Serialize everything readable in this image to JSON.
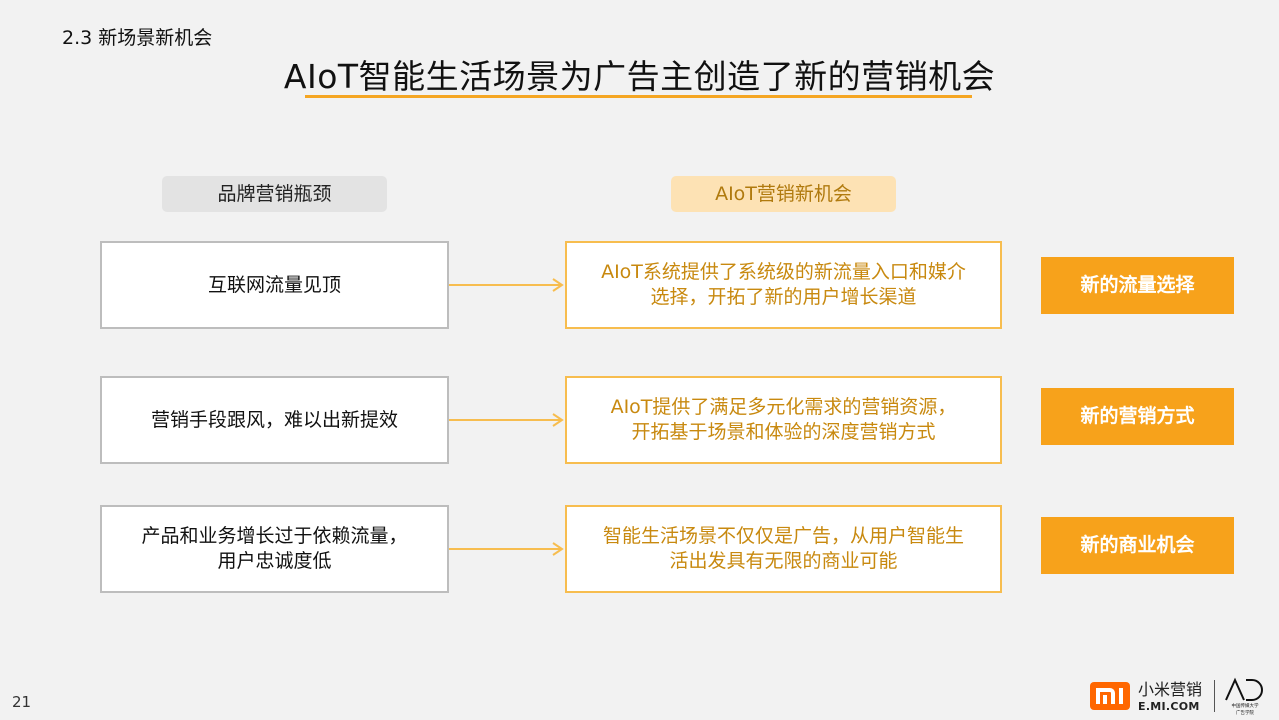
{
  "section": "2.3 新场景新机会",
  "title": "AIoT智能生活场景为广告主创造了新的营销机会",
  "headers": {
    "left": "品牌营销瓶颈",
    "middle": "AIoT营销新机会"
  },
  "rows": [
    {
      "bottleneck": [
        "互联网流量见顶"
      ],
      "opportunity": [
        "AIoT系统提供了系统级的新流量入口和媒介",
        "选择，开拓了新的用户增长渠道"
      ],
      "tag": "新的流量选择"
    },
    {
      "bottleneck": [
        "营销手段跟风，难以出新提效"
      ],
      "opportunity": [
        "AIoT提供了满足多元化需求的营销资源，",
        "开拓基于场景和体验的深度营销方式"
      ],
      "tag": "新的营销方式"
    },
    {
      "bottleneck": [
        "产品和业务增长过于依赖流量，",
        "用户忠诚度低"
      ],
      "opportunity": [
        "智能生活场景不仅仅是广告，从用户智能生",
        "活出发具有无限的商业可能"
      ],
      "tag": "新的商业机会"
    }
  ],
  "footer": {
    "page_number": "21",
    "brand_name": "小米营销",
    "brand_url": "E.MI.COM",
    "partner_logo_text": "中国传媒大学 广告学院"
  },
  "colors": {
    "accent": "#f7a21b",
    "accent_light": "#fde2b4",
    "accent_text": "#c8890f",
    "mi_orange": "#ff6700"
  },
  "icons": {
    "arrow": "arrow-right-icon",
    "brand": "mi-logo-icon",
    "partner": "ad-logo-icon"
  }
}
